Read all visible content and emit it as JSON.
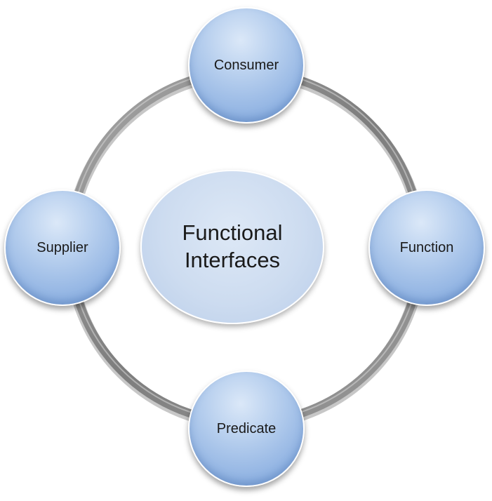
{
  "center": {
    "label": "Functional\nInterfaces"
  },
  "nodes": {
    "top": "Consumer",
    "right": "Function",
    "bottom": "Predicate",
    "left": "Supplier"
  },
  "colors": {
    "ring": "#8a8a8a",
    "node_fill": "#9dbbe5",
    "center_fill": "#cddcf0",
    "text": "#1a1a1a"
  }
}
